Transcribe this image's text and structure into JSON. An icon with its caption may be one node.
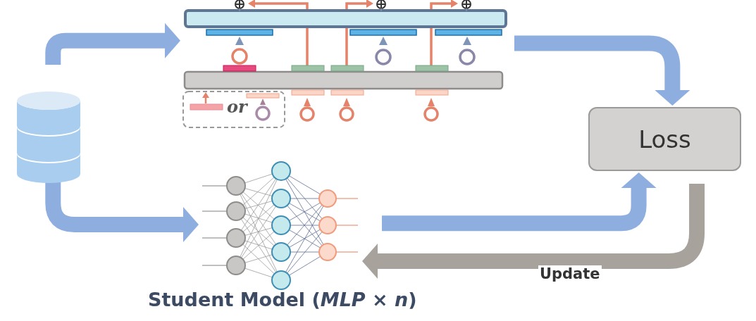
{
  "diagram": {
    "nodes": [
      {
        "text": [],
        "shape": "cylinder"
      },
      {
        "text": [],
        "shape": "picture"
      },
      {
        "text": [
          "Loss"
        ]
      },
      {
        "text": [],
        "shape": "picture",
        "beside": [
          "Student Model (*MLP* × *n*)"
        ]
      }
    ],
    "edges": [
      {
        "from": 0,
        "to": 1,
        "arrow": "to"
      },
      {
        "from": 0,
        "to": 3,
        "arrow": "to"
      },
      {
        "from": 1,
        "to": 2,
        "arrow": "to"
      },
      {
        "from": 3,
        "to": 2,
        "arrow": "to"
      },
      {
        "from": 2,
        "to": 3,
        "arrow": "to",
        "label": "Update",
        "color": "#a8a29c"
      }
    ],
    "labels": [
      "or"
    ]
  }
}
